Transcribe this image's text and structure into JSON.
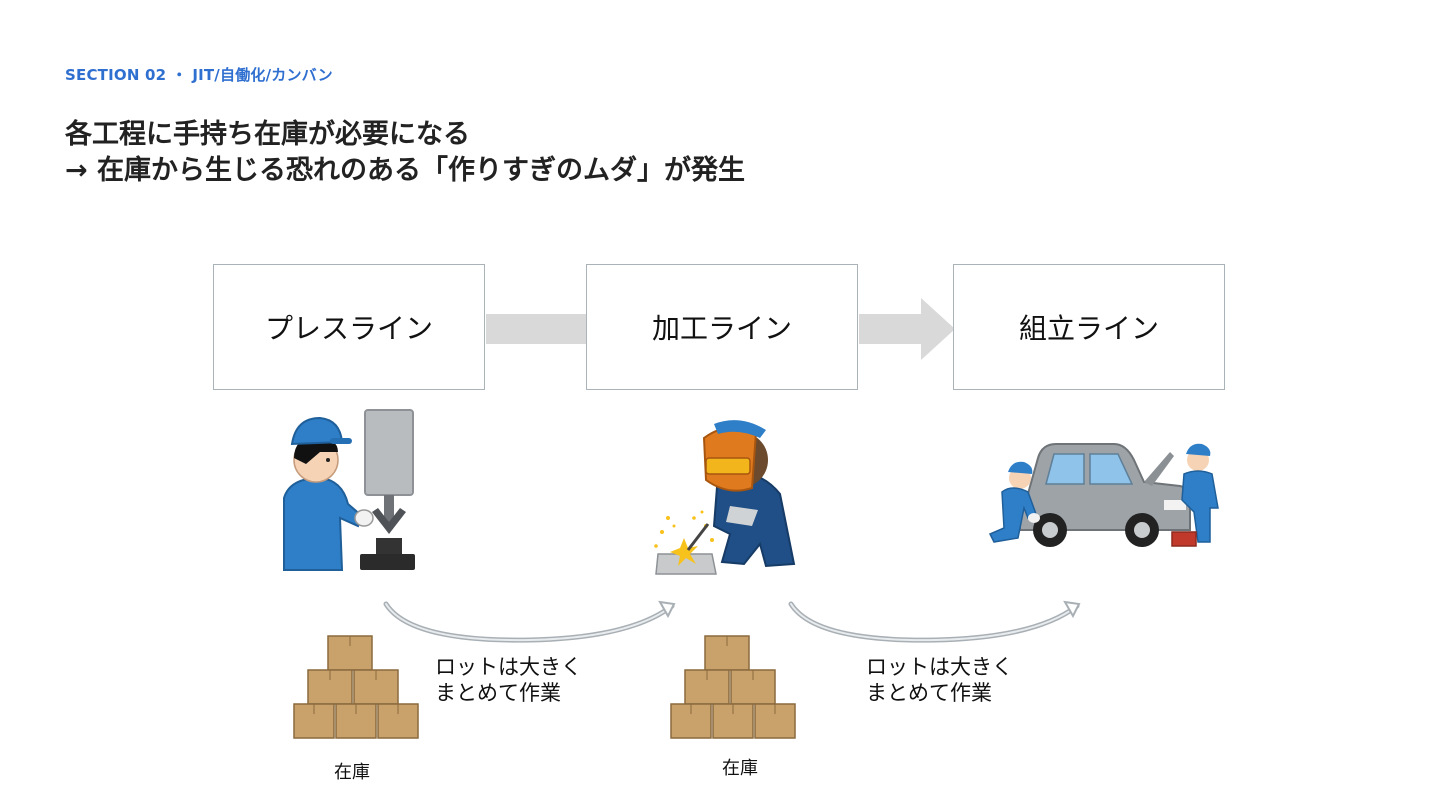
{
  "header": {
    "section": "SECTION 02 ・ JIT/自働化/カンバン",
    "title_line1": "各工程に手持ち在庫が必要になる",
    "title_line2": "→ 在庫から生じる恐れのある「作りすぎのムダ」が発生"
  },
  "processes": [
    {
      "label": "プレスライン",
      "icon": "press-worker-icon"
    },
    {
      "label": "加工ライン",
      "icon": "welder-icon"
    },
    {
      "label": "組立ライン",
      "icon": "car-mechanics-icon"
    }
  ],
  "notes": [
    {
      "line1": "ロットは大きく",
      "line2": "まとめて作業"
    },
    {
      "line1": "ロットは大きく",
      "line2": "まとめて作業"
    }
  ],
  "inventory": [
    {
      "label": "在庫",
      "icon": "boxes-icon"
    },
    {
      "label": "在庫",
      "icon": "boxes-icon"
    }
  ],
  "colors": {
    "accent": "#2f6fd0",
    "arrow": "#d9d9d9",
    "box_border": "#a9b3b8",
    "worker_blue": "#2f7fc8",
    "cardboard": "#c9a26b"
  }
}
